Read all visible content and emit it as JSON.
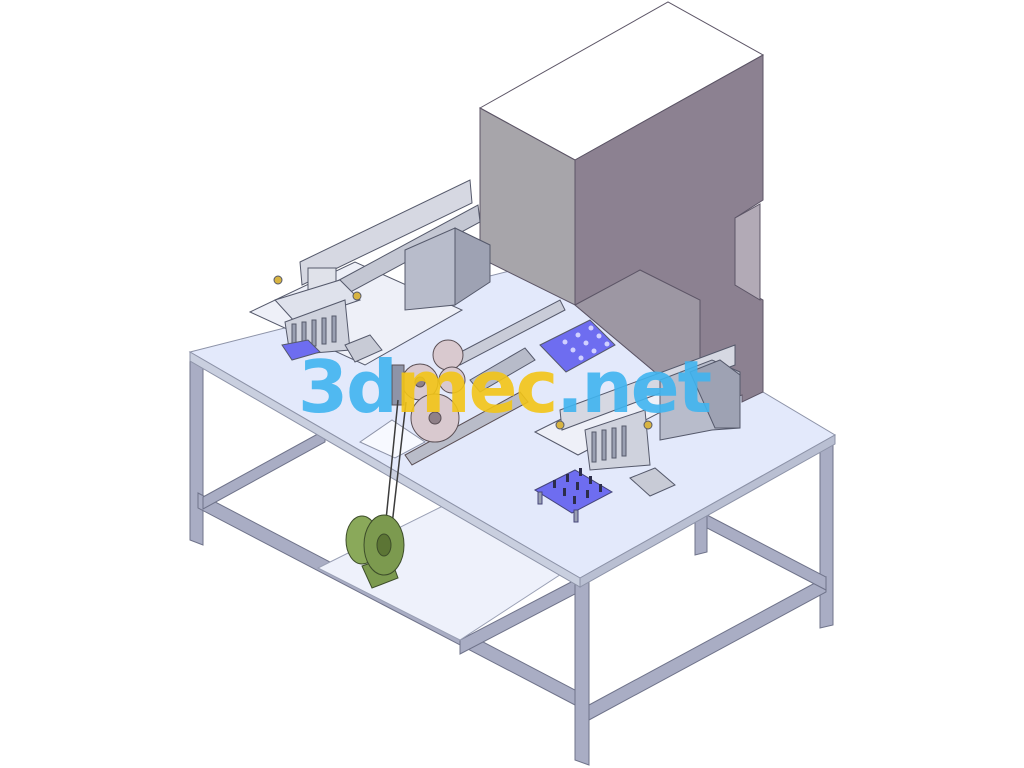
{
  "watermark": {
    "part1": "3d",
    "part2": "mec",
    "part3": ".net",
    "color_blue": "#3fb4f0",
    "color_yellow": "#f2c416"
  },
  "colors": {
    "table_top": "#e3e9fb",
    "table_edge": "#c9cfdf",
    "frame": "#a9adc4",
    "frame_dark": "#7f839b",
    "press_front": "#a7a5aa",
    "press_side": "#8c8191",
    "press_top": "#ffffff",
    "blue_plate": "#6e6df0",
    "gear": "#d9c9cf",
    "reel": "#7c9a4f"
  },
  "icons": [
    "press-machine-icon",
    "conveyor-module-icon",
    "gear-assembly-icon",
    "wire-reel-icon"
  ]
}
